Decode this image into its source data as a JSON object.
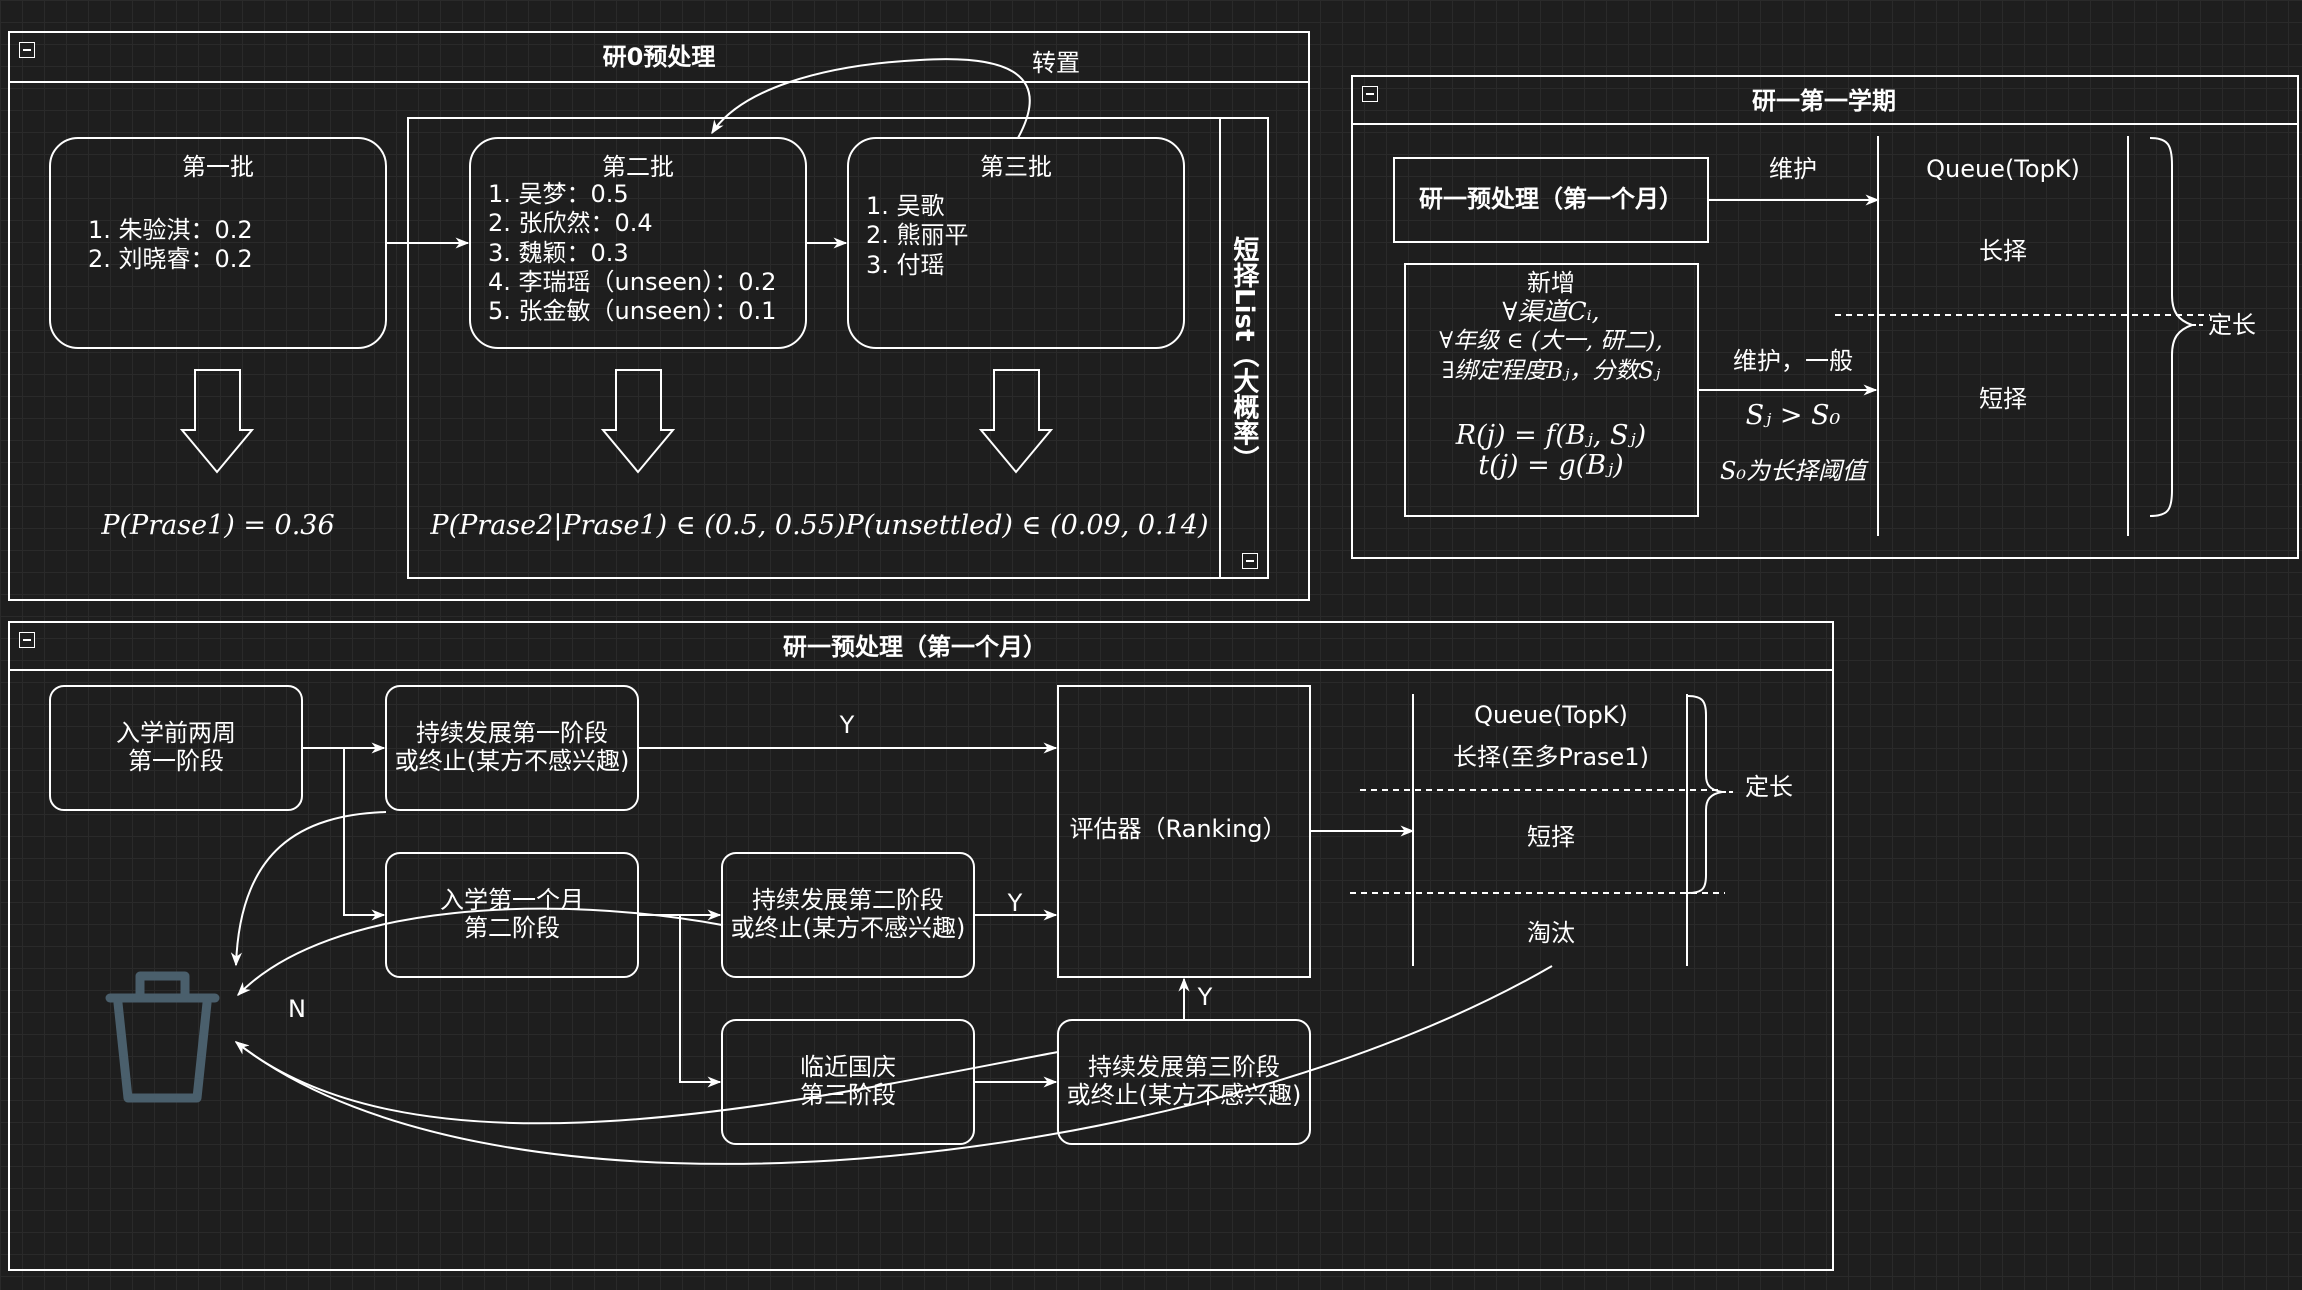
{
  "pre0": {
    "title": "研0预处理",
    "transpose_label": "转置",
    "batch1": {
      "title": "第一批",
      "items": "1. 朱验淇：0.2\n2. 刘晓睿：0.2"
    },
    "batch2": {
      "title": "第二批",
      "items": "1. 吴梦：0.5\n2. 张欣然：0.4\n3. 魏颖：0.3\n4. 李瑞瑶（unseen）：0.2\n5. 张金敏（unseen）：0.1"
    },
    "batch3": {
      "title": "第三批",
      "items": "1. 吴歌\n2. 熊丽平\n3. 付瑶"
    },
    "side_list": "短择List（大概率）",
    "prob1": "P(Prase1) = 0.36",
    "prob2": "P(Prase2|Prase1) ∈ (0.5, 0.55)",
    "prob3": "P(unsettled) ∈ (0.09, 0.14)"
  },
  "sem1": {
    "title": "研一第一学期",
    "pre_box": "研一预处理（第一个月）",
    "maintain": "维护",
    "new_box": {
      "title": "新增",
      "l1": "∀渠道Cᵢ,",
      "l2": "∀年级 ∈ (大一, 研二),",
      "l3": "∃绑定程度Bⱼ，分数Sⱼ",
      "r": "R(j) = f(Bⱼ, Sⱼ)",
      "t": "t(j) = g(Bⱼ)"
    },
    "maintain2": "维护，一般",
    "cond": "Sⱼ > S₀",
    "cond_note": "S₀为长择阈值",
    "queue": "Queue(TopK)",
    "long": "长择",
    "short": "短择",
    "fixed": "定长"
  },
  "pre1": {
    "title": "研一预处理（第一个月）",
    "stage1": "入学前两周\n第一阶段",
    "dev1": "持续发展第一阶段\n或终止(某方不感兴趣)",
    "stage2": "入学第一个月\n第二阶段",
    "dev2": "持续发展第二阶段\n或终止(某方不感兴趣)",
    "stage3": "临近国庆\n第三阶段",
    "dev3": "持续发展第三阶段\n或终止(某方不感兴趣)",
    "evaluator": "评估器（Ranking）",
    "y1": "Y",
    "y2": "Y",
    "y3": "Y",
    "n": "N",
    "queue": "Queue(TopK)",
    "long": "长择(至多Prase1)",
    "short": "短择",
    "eliminate": "淘汰",
    "fixed": "定长",
    "trash_icon": "trash-icon"
  },
  "colors": {
    "background": "#1e1e1e",
    "stroke": "#ffffff",
    "grid": "#2a2a2a",
    "trash": "#4a5f6c"
  }
}
